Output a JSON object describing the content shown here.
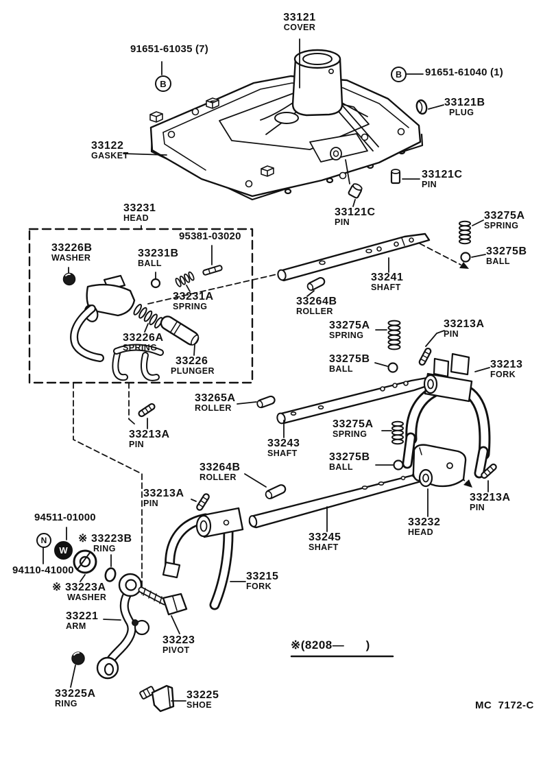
{
  "page": {
    "background": "#ffffff",
    "ink": "#111111",
    "description": "Gear shift fork and lever shaft assembly parts diagram"
  },
  "drawing_code": "MC  7172-C",
  "applicability_note": "※(8208—      )",
  "markers": {
    "b_left": "B",
    "b_right": "B",
    "nut": "N",
    "washer": "W"
  },
  "labels": {
    "cover": {
      "num": "33121",
      "sub": "COVER"
    },
    "bolt7": {
      "num": "91651-61035 (7)"
    },
    "bolt1": {
      "num": "91651-61040 (1)"
    },
    "plug": {
      "num": "33121B",
      "sub": "PLUG"
    },
    "gasket": {
      "num": "33122",
      "sub": "GASKET"
    },
    "pin_c_a": {
      "num": "33121C",
      "sub": "PIN"
    },
    "pin_c_b": {
      "num": "33121C",
      "sub": "PIN"
    },
    "head31": {
      "num": "33231",
      "sub": "HEAD"
    },
    "washer26b": {
      "num": "33226B",
      "sub": "WASHER"
    },
    "pin95381": {
      "num": "95381-03020"
    },
    "ball31b": {
      "num": "33231B",
      "sub": "BALL"
    },
    "spring31a": {
      "num": "33231A",
      "sub": "SPRING"
    },
    "spring26a": {
      "num": "33226A",
      "sub": "SPRING"
    },
    "plunger": {
      "num": "33226",
      "sub": "PLUNGER"
    },
    "shaft41": {
      "num": "33241",
      "sub": "SHAFT"
    },
    "roller64b_a": {
      "num": "33264B",
      "sub": "ROLLER"
    },
    "spring75a_a": {
      "num": "33275A",
      "sub": "SPRING"
    },
    "ball75b_a": {
      "num": "33275B",
      "sub": "BALL"
    },
    "spring75a_b": {
      "num": "33275A",
      "sub": "SPRING"
    },
    "ball75b_b": {
      "num": "33275B",
      "sub": "BALL"
    },
    "pin13a_a": {
      "num": "33213A",
      "sub": "PIN"
    },
    "fork13": {
      "num": "33213",
      "sub": "FORK"
    },
    "roller65a": {
      "num": "33265A",
      "sub": "ROLLER"
    },
    "pin13a_b": {
      "num": "33213A",
      "sub": "PIN"
    },
    "shaft43": {
      "num": "33243",
      "sub": "SHAFT"
    },
    "spring75a_c": {
      "num": "33275A",
      "sub": "SPRING"
    },
    "ball75b_c": {
      "num": "33275B",
      "sub": "BALL"
    },
    "roller64b_b": {
      "num": "33264B",
      "sub": "ROLLER"
    },
    "pin13a_c": {
      "num": "33213A",
      "sub": "PIN"
    },
    "pin13a_d": {
      "num": "33213A",
      "sub": "PIN"
    },
    "head32": {
      "num": "33232",
      "sub": "HEAD"
    },
    "shaft45": {
      "num": "33245",
      "sub": "SHAFT"
    },
    "fork15": {
      "num": "33215",
      "sub": "FORK"
    },
    "bolt94511": {
      "num": "94511-01000"
    },
    "ring23b": {
      "num": "※ 33223B",
      "sub": "RING"
    },
    "nut94110": {
      "num": "94110-41000"
    },
    "washer23a": {
      "num": "※ 33223A",
      "sub": "WASHER"
    },
    "arm21": {
      "num": "33221",
      "sub": "ARM"
    },
    "pivot23": {
      "num": "33223",
      "sub": "PIVOT"
    },
    "ring25a": {
      "num": "33225A",
      "sub": "RING"
    },
    "shoe25": {
      "num": "33225",
      "sub": "SHOE"
    }
  }
}
